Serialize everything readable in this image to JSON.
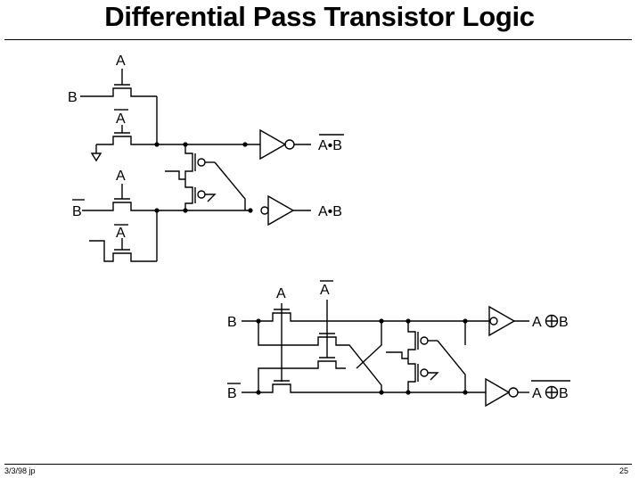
{
  "title": "Differential Pass Transistor Logic",
  "footer": {
    "date": "3/3/98 jp",
    "page": "25"
  },
  "and_circuit": {
    "labels": {
      "a_top": "A",
      "b_in": "B",
      "abar_1": "A",
      "a_mid": "A",
      "bbar_in": "B",
      "abar_2": "A",
      "out_and_bar": "A•B",
      "out_and": "A•B"
    }
  },
  "xor_circuit": {
    "labels": {
      "a_ctrl": "A",
      "abar_ctrl": "A",
      "b_in": "B",
      "bbar_in": "B",
      "out_xor_a": "A",
      "out_xor_b": "B",
      "out_xnor_a": "A",
      "out_xnor_b": "B"
    }
  }
}
